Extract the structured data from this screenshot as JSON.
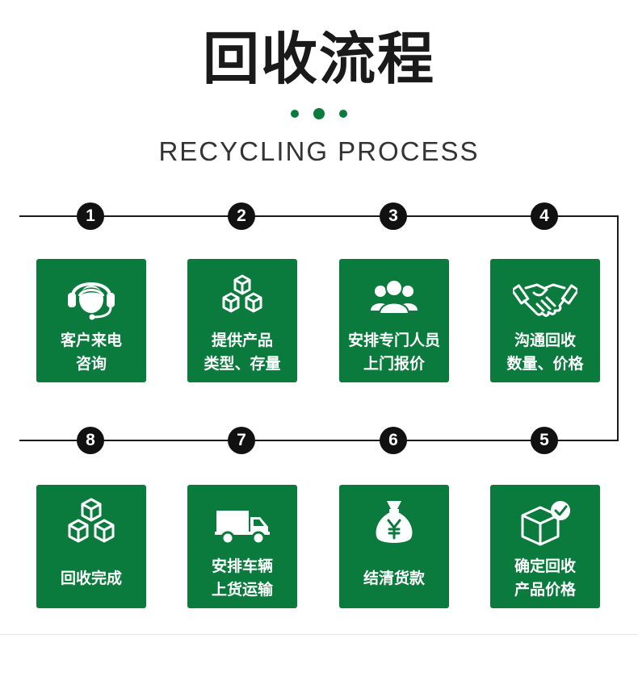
{
  "header": {
    "title": "回收流程",
    "subtitle": "RECYCLING PROCESS"
  },
  "colors": {
    "accent": "#0a7a3d",
    "badge": "#111111"
  },
  "steps": [
    {
      "num": "1",
      "icon": "headset-agent-icon",
      "line1": "客户来电",
      "line2": "咨询"
    },
    {
      "num": "2",
      "icon": "boxes-icon",
      "line1": "提供产品",
      "line2": "类型、存量"
    },
    {
      "num": "3",
      "icon": "people-group-icon",
      "line1": "安排专门人员",
      "line2": "上门报价"
    },
    {
      "num": "4",
      "icon": "handshake-icon",
      "line1": "沟通回收",
      "line2": "数量、价格"
    },
    {
      "num": "5",
      "icon": "box-check-icon",
      "line1": "确定回收",
      "line2": "产品价格"
    },
    {
      "num": "6",
      "icon": "money-bag-icon",
      "line1": "结清货款",
      "line2": ""
    },
    {
      "num": "7",
      "icon": "truck-icon",
      "line1": "安排车辆",
      "line2": "上货运输"
    },
    {
      "num": "8",
      "icon": "boxes-icon",
      "line1": "回收完成",
      "line2": ""
    }
  ]
}
